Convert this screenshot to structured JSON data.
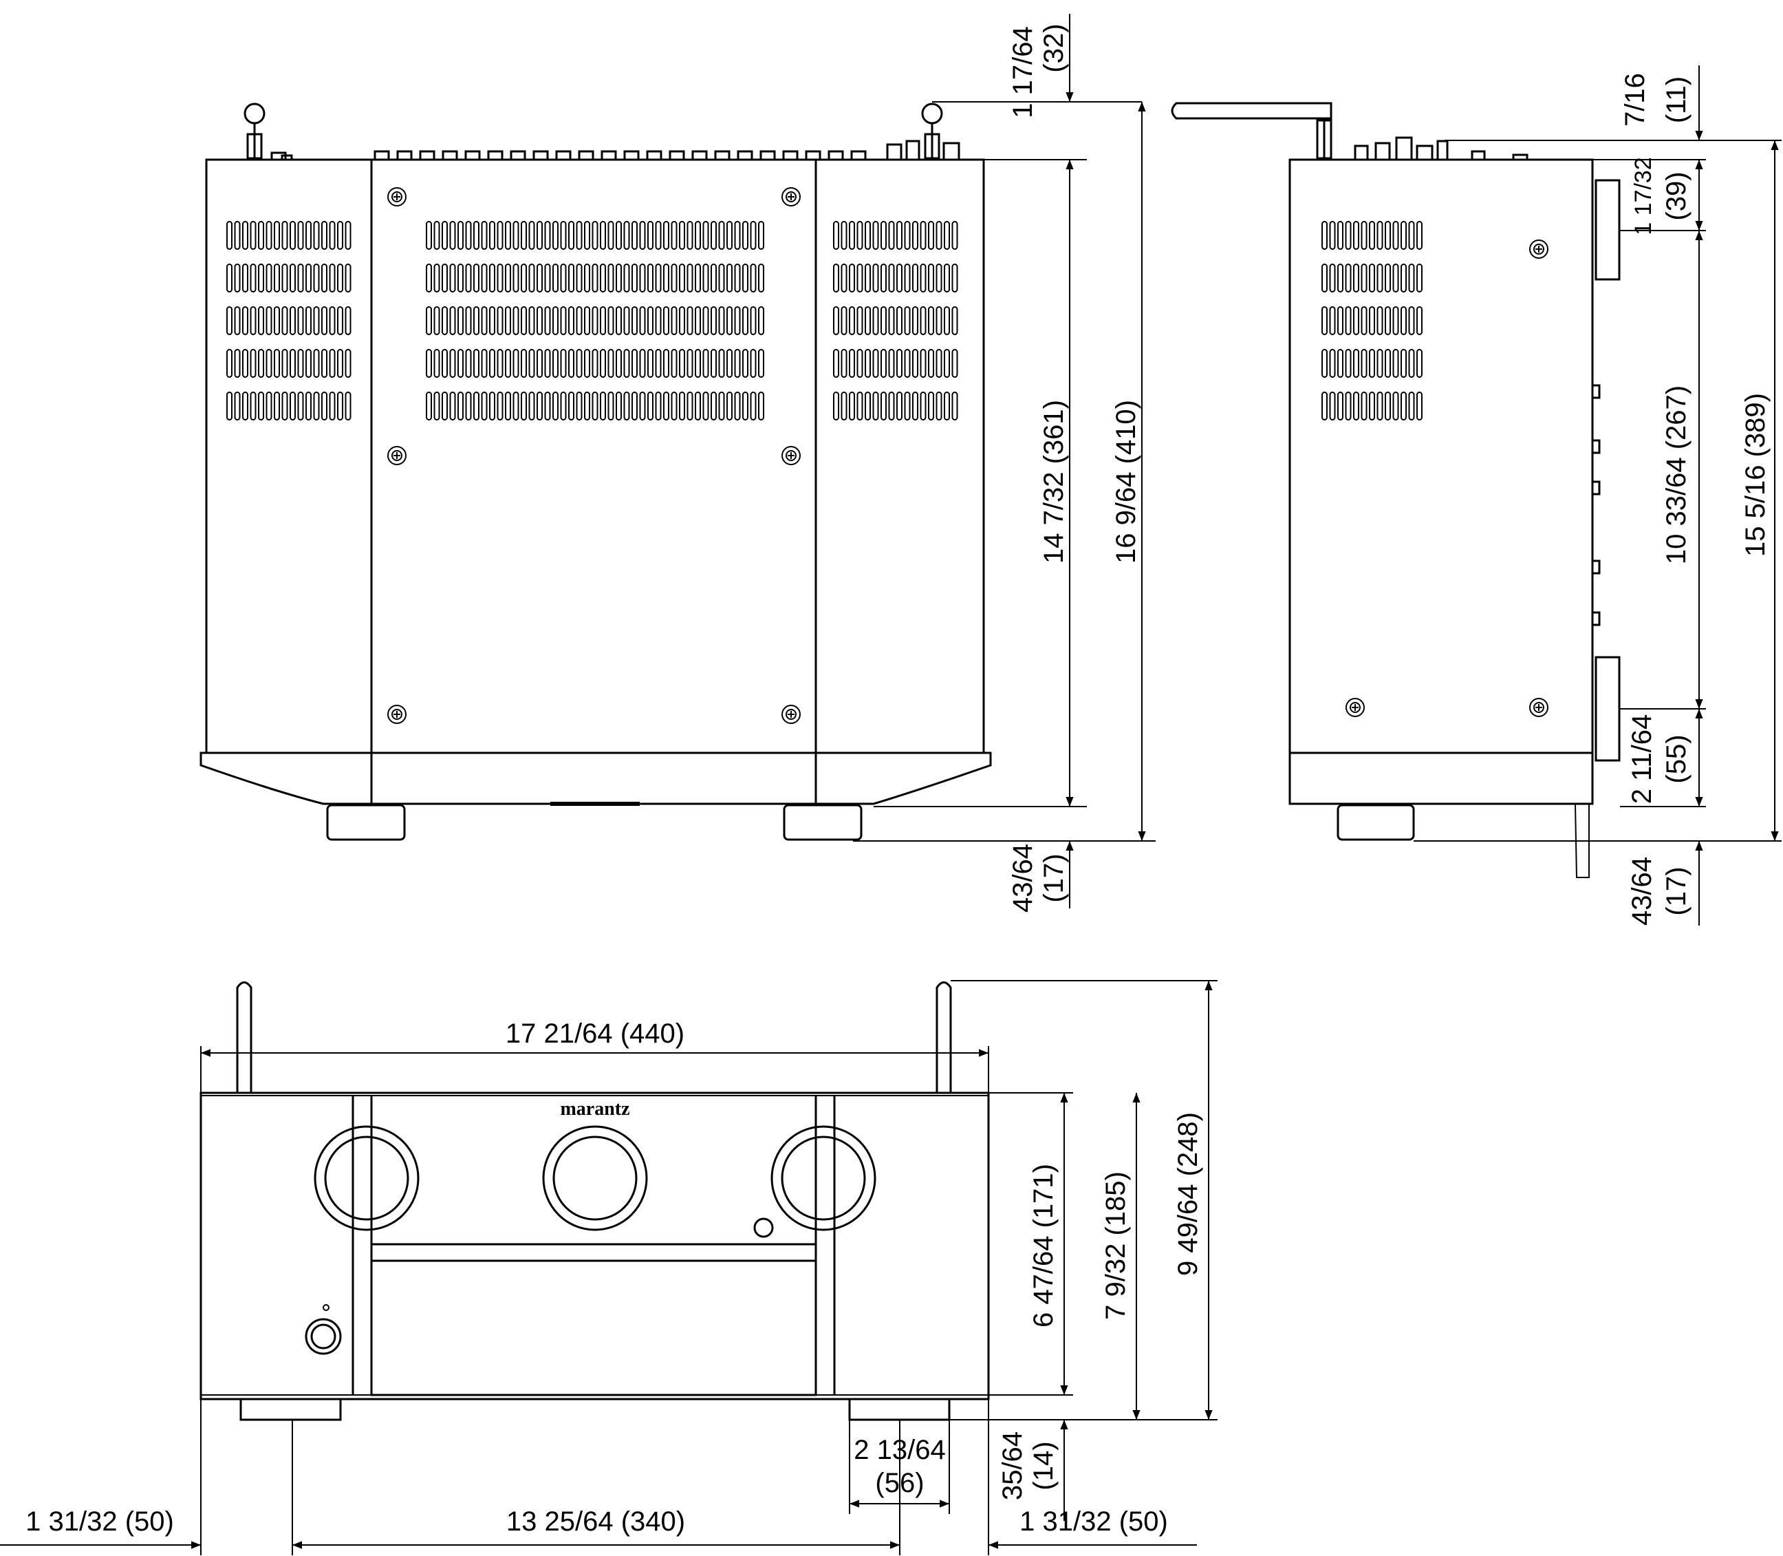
{
  "brand": "marantz",
  "dimensions": {
    "top_view": {
      "antenna_height": [
        "1 17/64",
        "(32)"
      ],
      "body_depth": "14 7/32 (361)",
      "total_depth": "16 9/64 (410)",
      "foot_offset": [
        "43/64",
        "(17)"
      ]
    },
    "side_view": {
      "antenna_top": [
        "7/16",
        "(11)"
      ],
      "rear_protrusion": [
        "1 17/32",
        "(39)"
      ],
      "middle_section": "10 33/64 (267)",
      "total_depth": "15 5/16 (389)",
      "front_section": [
        "2 11/64",
        "(55)"
      ],
      "foot_offset": [
        "43/64",
        "(17)"
      ]
    },
    "front_view": {
      "total_width": "17 21/64 (440)",
      "body_height": "6 47/64 (171)",
      "height_with_feet": "7 9/32 (185)",
      "height_with_antenna": "9 49/64 (248)",
      "foot_width": [
        "2 13/64",
        "(56)"
      ],
      "foot_height": [
        "35/64",
        "(14)"
      ],
      "left_offset": "1 31/32 (50)",
      "feet_spacing": "13 25/64 (340)",
      "right_offset": "1 31/32 (50)"
    }
  }
}
